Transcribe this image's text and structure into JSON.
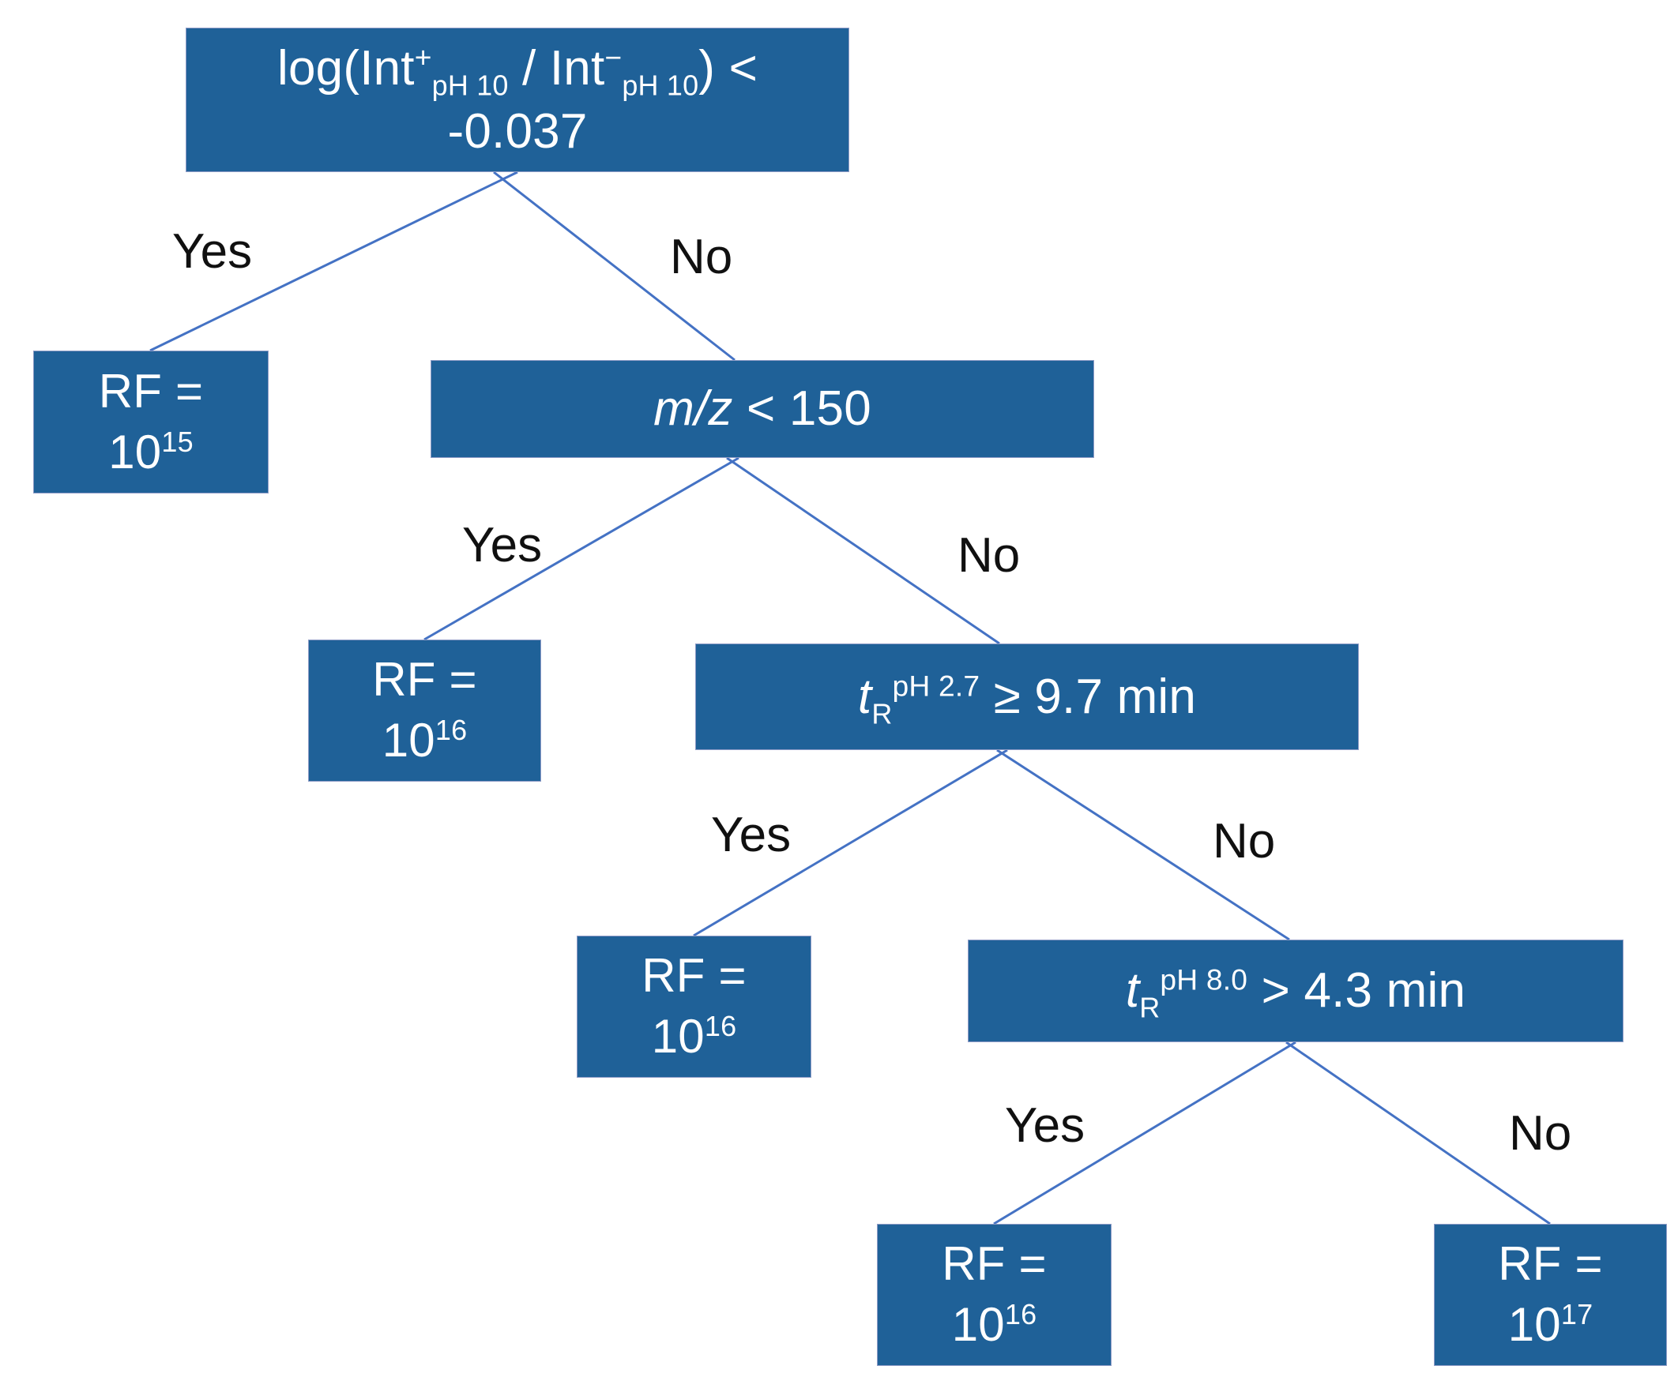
{
  "diagram": {
    "title": "Response factor decision tree",
    "type": "decision-tree",
    "colors": {
      "node_fill": "#1F6198",
      "node_border": "#8E9BC6",
      "node_text": "#FFFFFF",
      "edge_line": "#4472C4",
      "branch_label_text": "#101010",
      "background": "#FFFFFF"
    },
    "nodes": [
      {
        "id": "root",
        "kind": "decision",
        "text_plain": "log(Int+pH 10 /  Int-pH 10) < -0.037",
        "line1_prefix": "log(Int",
        "line1_sup1": "+",
        "line1_sub1": "pH 10",
        "line1_mid": " /  Int",
        "line1_sup2": "−",
        "line1_sub2": "pH 10",
        "line1_suffix": ") <",
        "line2": "-0.037"
      },
      {
        "id": "leaf-rf15",
        "kind": "leaf",
        "text_plain": "RF = 10^15",
        "line1": "RF =",
        "line2_base": "10",
        "line2_exp": "15"
      },
      {
        "id": "decision-mz",
        "kind": "decision",
        "text_plain": "m/z < 150",
        "italic_part": "m/z",
        "rest": " < 150"
      },
      {
        "id": "leaf-rf16-a",
        "kind": "leaf",
        "text_plain": "RF = 10^16",
        "line1": "RF =",
        "line2_base": "10",
        "line2_exp": "16"
      },
      {
        "id": "decision-tr-ph27",
        "kind": "decision",
        "text_plain": "tR pH 2.7 ≥ 9.7 min",
        "italic_part": "t",
        "sub": "R",
        "sup": "pH  2.7",
        "rest": " ≥ 9.7 min"
      },
      {
        "id": "leaf-rf16-b",
        "kind": "leaf",
        "text_plain": "RF = 10^16",
        "line1": "RF =",
        "line2_base": "10",
        "line2_exp": "16"
      },
      {
        "id": "decision-tr-ph80",
        "kind": "decision",
        "text_plain": "tR pH 8.0 > 4.3 min",
        "italic_part": "t",
        "sub": "R",
        "sup": "pH  8.0",
        "rest": " > 4.3 min"
      },
      {
        "id": "leaf-rf16-c",
        "kind": "leaf",
        "text_plain": "RF = 10^16",
        "line1": "RF =",
        "line2_base": "10",
        "line2_exp": "16"
      },
      {
        "id": "leaf-rf17",
        "kind": "leaf",
        "text_plain": "RF = 10^17",
        "line1": "RF =",
        "line2_base": "10",
        "line2_exp": "17"
      }
    ],
    "branch_labels": {
      "split1_yes": "Yes",
      "split1_no": "No",
      "split2_yes": "Yes",
      "split2_no": "No",
      "split3_yes": "Yes",
      "split3_no": "No",
      "split4_yes": "Yes",
      "split4_no": "No"
    }
  }
}
